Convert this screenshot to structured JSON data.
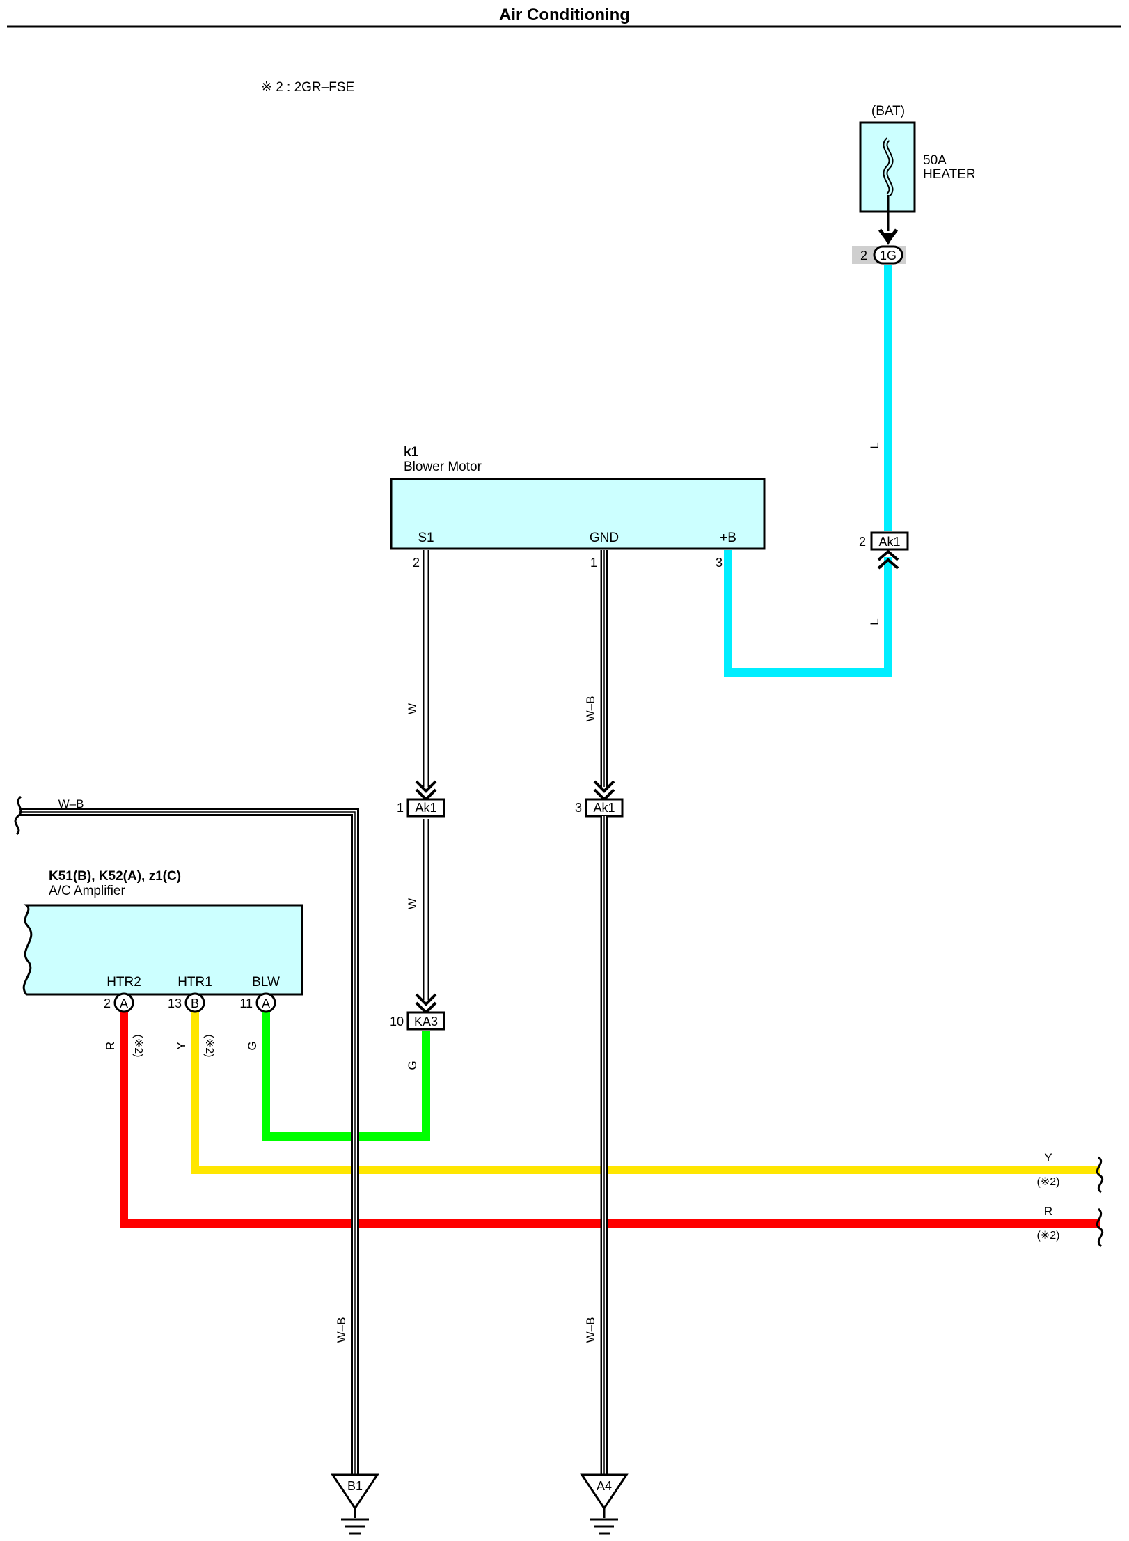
{
  "page": {
    "title": "Air Conditioning"
  },
  "colors": {
    "component_fill": "#ccffff",
    "wire_L": "#00eeff",
    "wire_G": "#00ff00",
    "wire_Y": "#ffe600",
    "wire_R": "#ff0000",
    "shade": "#cfcfcf"
  },
  "note": "※ 2 : 2GR–FSE",
  "fuse": {
    "source": "(BAT)",
    "rating": "50A",
    "name": "HEATER",
    "connector": {
      "pin": "2",
      "code": "1G"
    }
  },
  "blower_motor": {
    "code": "k1",
    "name": "Blower Motor",
    "terminals": [
      {
        "name": "S1",
        "pin": "2"
      },
      {
        "name": "GND",
        "pin": "1"
      },
      {
        "name": "+B",
        "pin": "3"
      }
    ]
  },
  "amplifier": {
    "code": "K51(B), K52(A), z1(C)",
    "name": "A/C Amplifier",
    "terminals": [
      {
        "name": "HTR2",
        "pin": "2",
        "conn": "A"
      },
      {
        "name": "HTR1",
        "pin": "13",
        "conn": "B"
      },
      {
        "name": "BLW",
        "pin": "11",
        "conn": "A"
      }
    ]
  },
  "connectors": {
    "ak1_l": {
      "pin": "2",
      "code": "Ak1"
    },
    "ak1_w": {
      "pin": "1",
      "code": "Ak1"
    },
    "ak1_wb": {
      "pin": "3",
      "code": "Ak1"
    },
    "ka3": {
      "pin": "10",
      "code": "KA3"
    }
  },
  "wire_labels": {
    "l_upper": "L",
    "l_lower": "L",
    "w_upper": "W",
    "w_lower": "W",
    "wb_gnd": "W–B",
    "wb_top": "W–B",
    "wb_left_down": "W–B",
    "wb_mid_down": "W–B",
    "r_amp": "R",
    "y_amp": "Y",
    "g_amp": "G",
    "g_ka3": "G",
    "y_right": "Y",
    "r_right": "R"
  },
  "notes2": {
    "r_amp": "(※2)",
    "y_amp": "(※2)",
    "y_right": "(※2)",
    "r_right": "(※2)"
  },
  "grounds": [
    {
      "code": "B1"
    },
    {
      "code": "A4"
    }
  ]
}
